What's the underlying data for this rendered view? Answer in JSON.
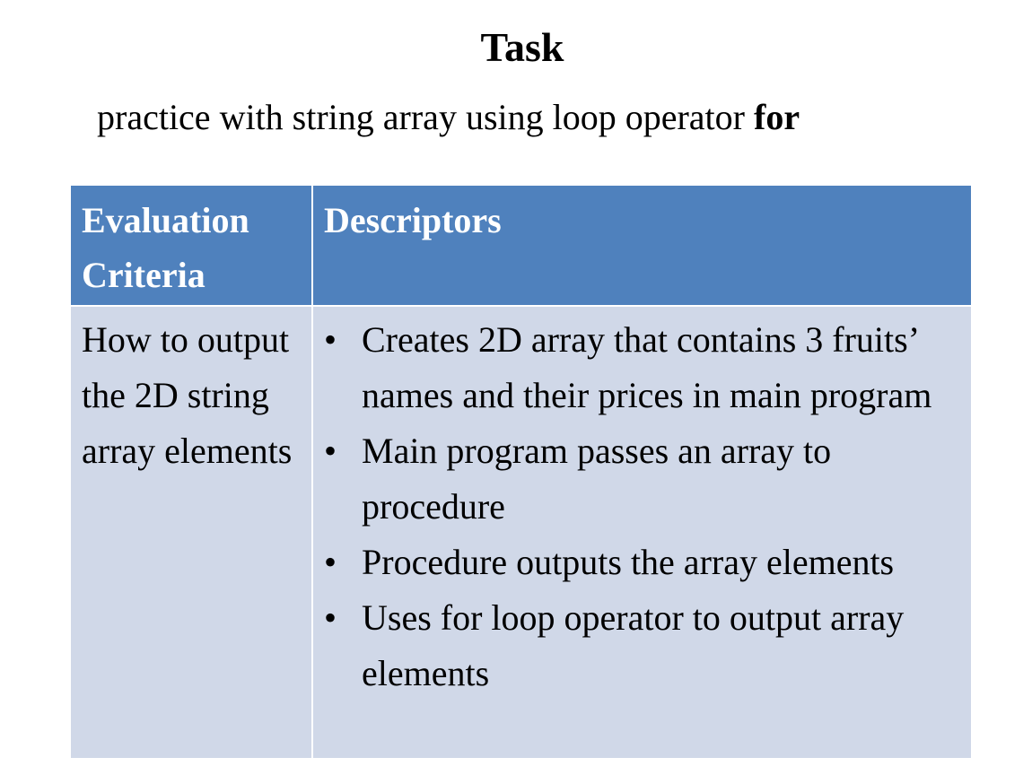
{
  "heading": {
    "title": "Task",
    "subtitle_prefix": "practice with string array using loop operator ",
    "subtitle_bold": "for"
  },
  "table": {
    "headers": {
      "criteria": "Evaluation Criteria",
      "descriptors": "Descriptors"
    },
    "rows": [
      {
        "criteria": "How to output the 2D string array elements",
        "descriptors": [
          "Creates 2D array that contains 3 fruits’ names and their prices in main program",
          "Main program passes an array to procedure",
          "Procedure outputs the array elements",
          "Uses for loop operator to output array elements"
        ]
      }
    ]
  },
  "bullet_glyph": "•"
}
